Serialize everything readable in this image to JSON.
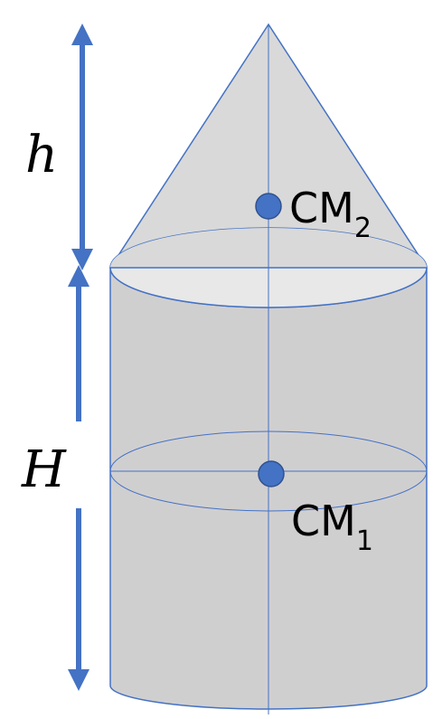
{
  "labels": {
    "cone_height": "h",
    "cylinder_height": "H",
    "cm_upper": {
      "base": "CM",
      "subscript": "2"
    },
    "cm_lower": {
      "base": "CM",
      "subscript": "1"
    }
  },
  "colors": {
    "arrow": "#4472c4",
    "body_fill": "#d0cfd0",
    "cone_fill": "#d9d9d9",
    "top_ellipse_fill": "#e8e8e8",
    "outline": "#4472c4",
    "point": "#4472c4",
    "point_stroke": "#2f528f"
  }
}
